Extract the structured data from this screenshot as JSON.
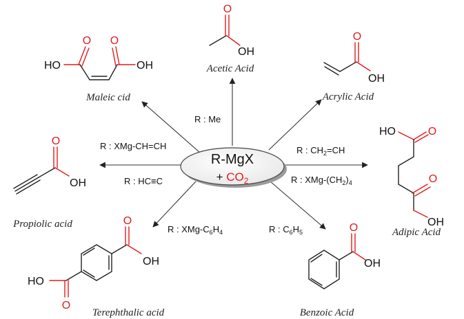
{
  "center": {
    "line1": "R-MgX",
    "plus": "+ ",
    "co2": "CO",
    "co2_sub": "2"
  },
  "colors": {
    "heteroatom": "#e21c1c",
    "bond": "#222222",
    "ellipse_fill": "#f2f2f2"
  },
  "atoms": {
    "O": "O",
    "OH": "OH",
    "HO": "HO"
  },
  "reagents": {
    "me": "R : Me",
    "xmg_vinyl": "R : XMg-CH=CH",
    "hcc": "R : HC≡C",
    "vinyl_pre": "R : CH",
    "vinyl_sub": "2",
    "vinyl_post": "=CH",
    "xmg_butyl_pre": "R : XMg-(CH",
    "xmg_butyl_sub": "2",
    "xmg_butyl_post": ")",
    "xmg_butyl_sub2": "4",
    "xmg_phenyl_pre": "R : XMg-C",
    "xmg_phenyl_sub": "6",
    "xmg_phenyl_mid": "H",
    "xmg_phenyl_sub2": "4",
    "phenyl_pre": "R : C",
    "phenyl_sub": "6",
    "phenyl_mid": "H",
    "phenyl_sub2": "5"
  },
  "products": {
    "acetic": "Acetic Acid",
    "maleic": "Maleic cid",
    "acrylic": "Acrylic Acid",
    "propiolic": "Propiolic acid",
    "adipic": "Adipic Acid",
    "terephthalic": "Terephthalic acid",
    "benzoic": "Benzoic Acid"
  }
}
